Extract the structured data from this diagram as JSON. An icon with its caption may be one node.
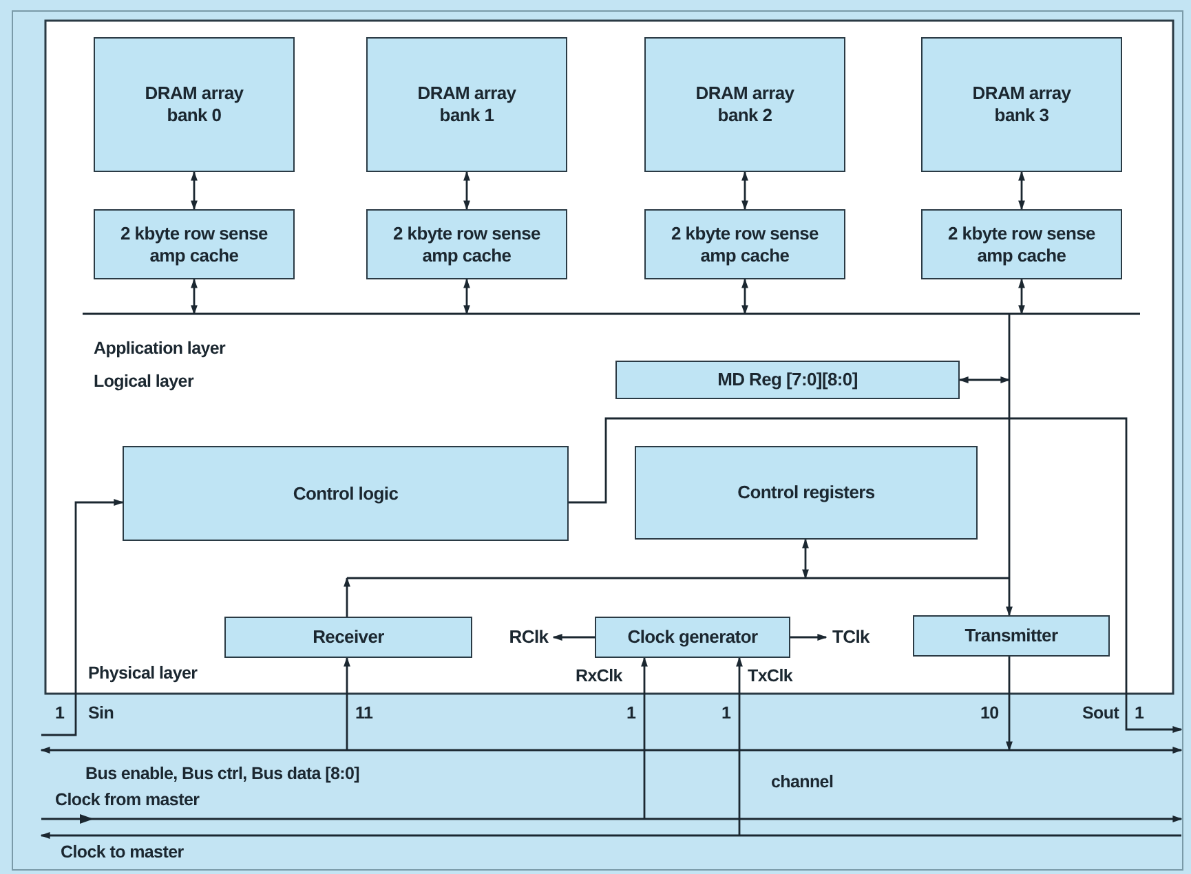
{
  "diagram": {
    "nodes": [
      {
        "text": [
          "DRAM array bank 0"
        ]
      },
      {
        "text": [
          "DRAM array bank 1"
        ]
      },
      {
        "text": [
          "DRAM array bank 2"
        ]
      },
      {
        "text": [
          "DRAM array bank 3"
        ]
      },
      {
        "text": [
          "2 kbyte row sense amp cache"
        ]
      },
      {
        "text": [
          "2 kbyte row sense amp cache"
        ]
      },
      {
        "text": [
          "2 kbyte row sense amp cache"
        ]
      },
      {
        "text": [
          "2 kbyte row sense amp cache"
        ]
      },
      {
        "text": [
          "MD Reg [7:0][8:0]"
        ]
      },
      {
        "text": [
          "Control logic"
        ]
      },
      {
        "text": [
          "Control registers"
        ]
      },
      {
        "text": [
          "Receiver"
        ]
      },
      {
        "text": [
          "Clock generator"
        ]
      },
      {
        "text": [
          "Transmitter"
        ]
      },
      {
        "text": [
          "RClk"
        ]
      },
      {
        "text": [
          "TClk"
        ]
      }
    ],
    "edges": [
      {
        "from": 0,
        "to": 4,
        "arrow": "both"
      },
      {
        "from": 1,
        "to": 5,
        "arrow": "both"
      },
      {
        "from": 2,
        "to": 6,
        "arrow": "both"
      },
      {
        "from": 3,
        "to": 7,
        "arrow": "both"
      },
      {
        "from": 4,
        "to": null,
        "arrow": "both"
      },
      {
        "from": 5,
        "to": null,
        "arrow": "both"
      },
      {
        "from": 6,
        "to": null,
        "arrow": "both"
      },
      {
        "from": 7,
        "to": null,
        "arrow": "both"
      },
      {
        "from": 8,
        "to": null,
        "arrow": "both"
      },
      {
        "from": null,
        "to": 13,
        "arrow": "to"
      },
      {
        "from": 11,
        "to": null,
        "arrow": "to"
      },
      {
        "from": 10,
        "to": null,
        "arrow": "both"
      },
      {
        "from": null,
        "to": 9,
        "arrow": "to"
      },
      {
        "from": 9,
        "to": null,
        "arrow": "to"
      },
      {
        "from": null,
        "to": 11,
        "arrow": "to"
      },
      {
        "from": 12,
        "to": 14,
        "arrow": "to"
      },
      {
        "from": 12,
        "to": 15,
        "arrow": "to"
      },
      {
        "from": null,
        "to": 12,
        "arrow": "to"
      },
      {
        "from": null,
        "to": 12,
        "arrow": "to"
      },
      {
        "from": 13,
        "to": null,
        "arrow": "to"
      }
    ],
    "labels": [
      "Application layer",
      "Logical layer",
      "Physical layer",
      "RxClk",
      "TxClk",
      "1",
      "Sin",
      "11",
      "1",
      "1",
      "10",
      "Sout",
      "1",
      "Bus enable, Bus ctrl, Bus data [8:0]",
      "channel",
      "Clock from master",
      "Clock to master"
    ]
  }
}
